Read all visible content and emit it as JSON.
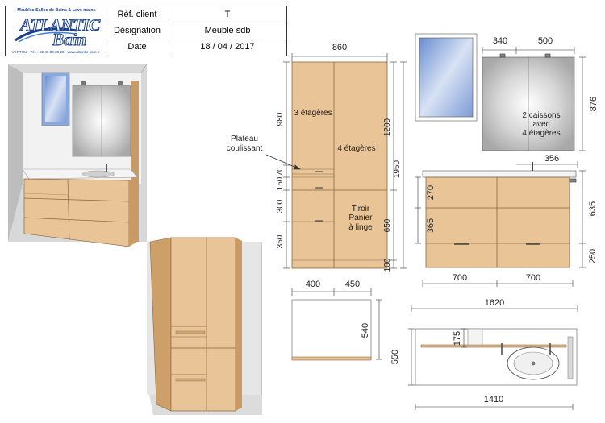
{
  "logo": {
    "tagline": "Meubles Salles de Bains & Lave mains",
    "brand_line1": "ATLANTIC",
    "brand_line2": "Bain",
    "address": "VERTOU - Tél. : 02.40.80.30.20 - www.atlantic-bain.fr"
  },
  "header": {
    "rows": [
      {
        "label": "Réf. client",
        "value": "T"
      },
      {
        "label": "Désignation",
        "value": "Meuble sdb"
      },
      {
        "label": "Date",
        "value": "18 / 04 / 2017"
      }
    ]
  },
  "column_plan": {
    "width": "860",
    "dims_left": [
      "980",
      "70",
      "150",
      "300",
      "350"
    ],
    "dims_right": [
      "1200",
      "1950",
      "650",
      "100"
    ],
    "label_shelves_left": "3 étagères",
    "label_shelves_right": "4 étagères",
    "label_drawer": [
      "Tiroir",
      "Panier",
      "à linge"
    ],
    "label_tray": [
      "Plateau",
      "coulissant"
    ]
  },
  "column_top": {
    "depth_parts": [
      "400",
      "450"
    ],
    "side": "540"
  },
  "vanity_elevation": {
    "cabinet_dims": [
      "340",
      "500"
    ],
    "cabinet_height": "876",
    "cabinet_label": [
      "2 caissons",
      "avec",
      "4 étagères"
    ],
    "dim_356": "356",
    "heights_left": [
      "270",
      "365"
    ],
    "heights_right": [
      "635",
      "250"
    ],
    "widths": [
      "700",
      "700"
    ],
    "total_width": "1620"
  },
  "vanity_top": {
    "depth": "550",
    "dim_175": "175",
    "width": "1410"
  },
  "colors": {
    "wood": "#e8c496",
    "wood_light": "#f0d2a8",
    "wood_dark": "#c99a63",
    "line": "#333333",
    "brand_blue": "#1b3f8a"
  }
}
